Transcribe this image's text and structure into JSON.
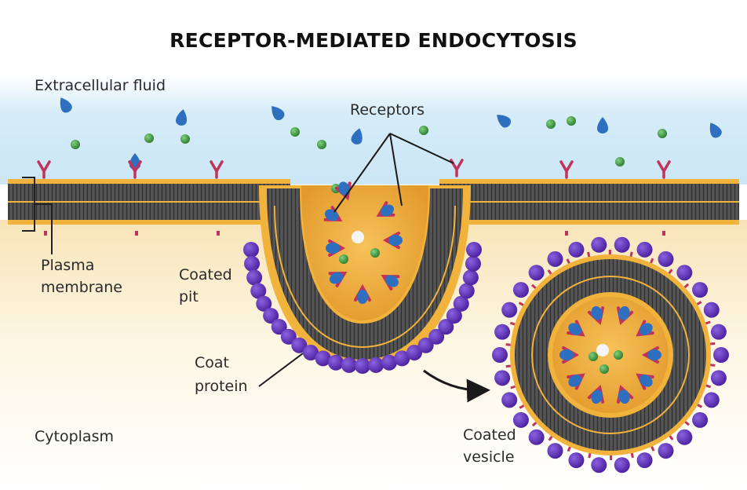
{
  "title": "RECEPTOR-MEDIATED  ENDOCYTOSIS",
  "labels": {
    "extracellular": "Extracellular fluid",
    "receptors": "Receptors",
    "plasma_line1": "Plasma",
    "plasma_line2": "membrane",
    "coated_pit_line1": "Coated",
    "coated_pit_line2": "pit",
    "coat_protein_line1": "Coat",
    "coat_protein_line2": "protein",
    "cytoplasm": "Cytoplasm",
    "coated_vesicle_line1": "Coated",
    "coated_vesicle_line2": "vesicle"
  },
  "colors": {
    "extracellular_fluid": "#d6ecf8",
    "cytoplasm": "#fdf6e3",
    "membrane_dark": "#4b4b4b",
    "membrane_gold": "#f2b33d",
    "pit_interior": "#e8a73a",
    "coat_protein": "#5a2fb0",
    "receptor": "#c0335a",
    "ligand_blue": "#2e6fc0",
    "ligand_green": "#3a9a3a"
  }
}
